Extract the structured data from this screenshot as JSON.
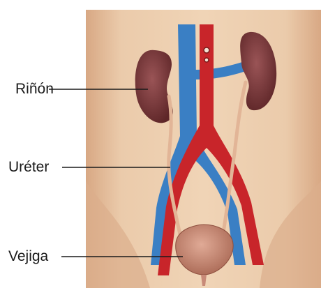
{
  "labels": {
    "kidney": "Riñón",
    "ureter": "Uréter",
    "bladder": "Vejiga"
  },
  "colors": {
    "skin": "#e9c9a8",
    "skin_shadow": "#d9a985",
    "kidney": "#7a3a3c",
    "artery": "#c8252a",
    "vein": "#3a7fc4",
    "ureter": "#e2b597",
    "bladder": "#c88a78"
  }
}
